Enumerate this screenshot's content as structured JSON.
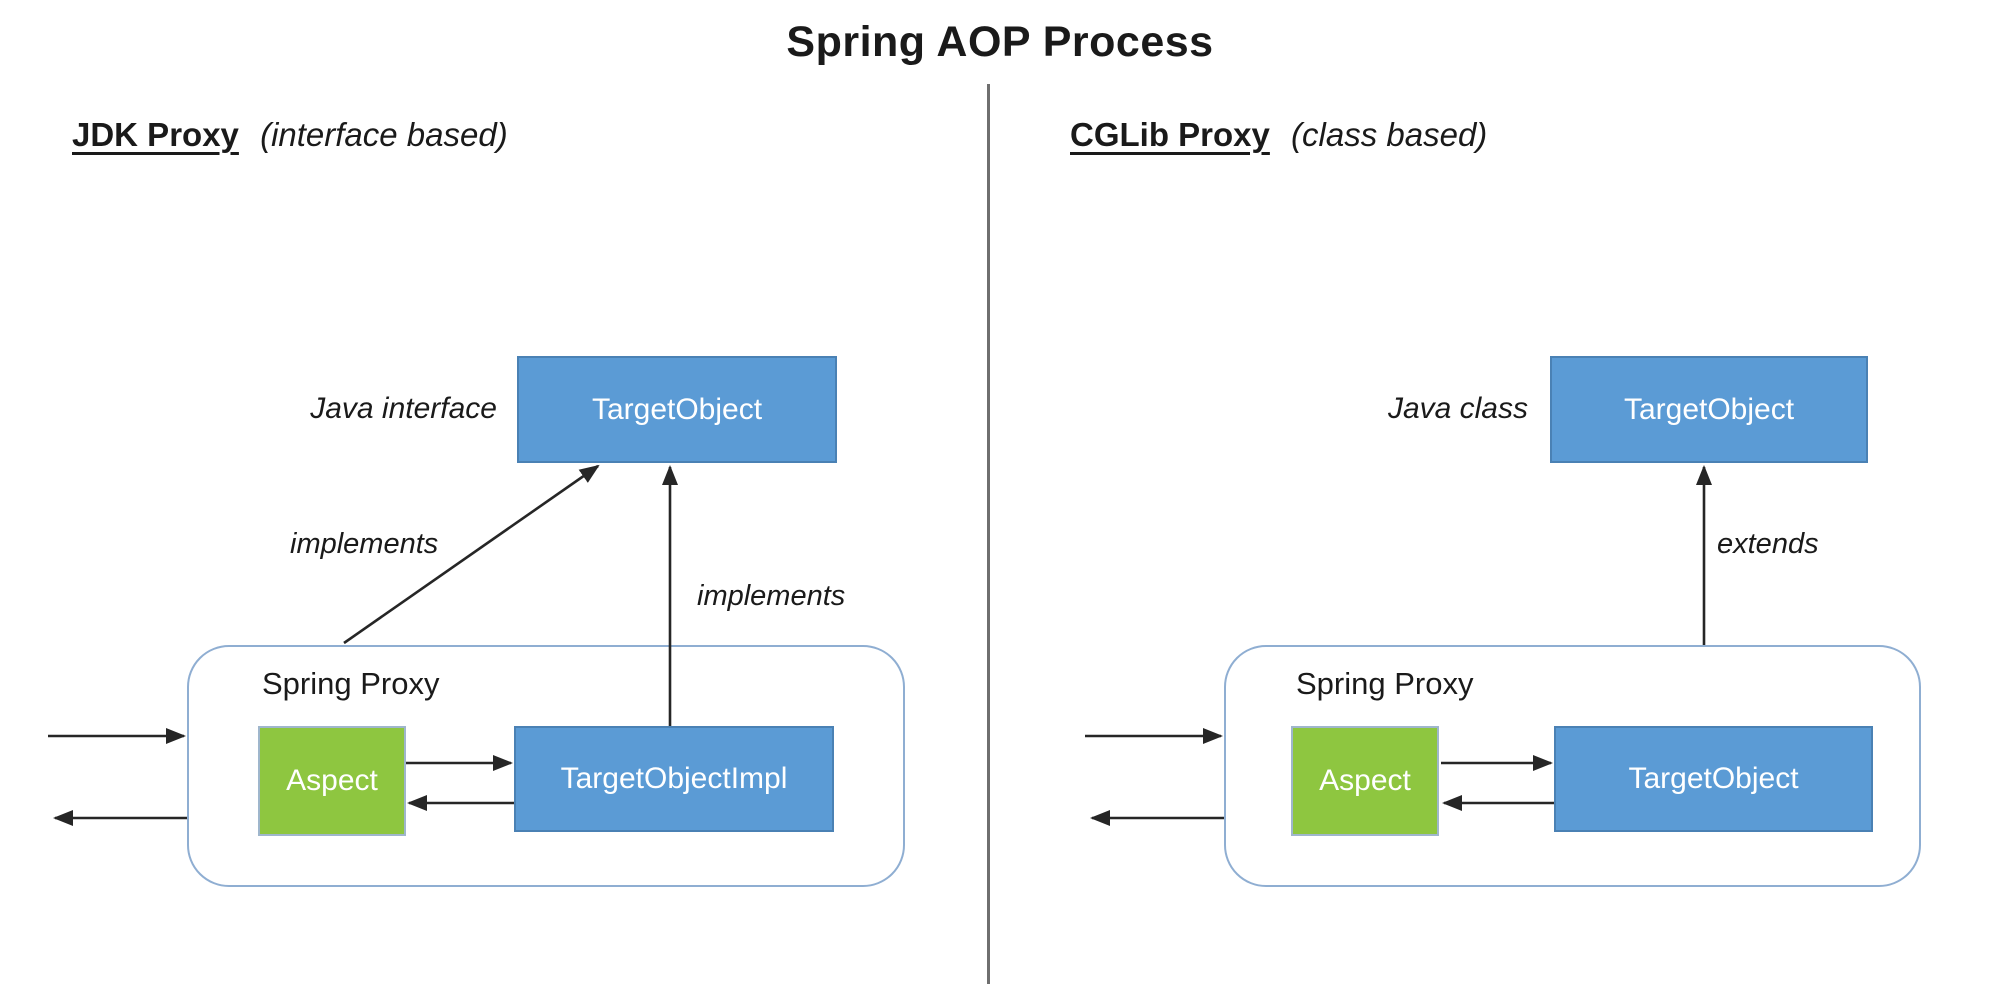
{
  "title": "Spring AOP Process",
  "panels": {
    "left": {
      "heading_name": "JDK Proxy",
      "heading_qualifier": "(interface based)",
      "type_label": "Java interface",
      "target_class_box": "TargetObject",
      "arrow_labels": {
        "diagonal": "implements",
        "vertical": "implements"
      },
      "proxy_container_label": "Spring Proxy",
      "aspect_box": "Aspect",
      "inner_target_box": "TargetObjectImpl"
    },
    "right": {
      "heading_name": "CGLib Proxy",
      "heading_qualifier": "(class based)",
      "type_label": "Java class",
      "target_class_box": "TargetObject",
      "arrow_labels": {
        "vertical": "extends"
      },
      "proxy_container_label": "Spring Proxy",
      "aspect_box": "Aspect",
      "inner_target_box": "TargetObject"
    }
  },
  "colors": {
    "box-blue": "#5B9BD5",
    "box-blue-border": "#4A81B4",
    "box-green": "#8EC640",
    "box-green-border": "#9FB6CC",
    "proxy-border": "#8FAED2",
    "divider": "#6F6F6F",
    "arrow": "#262626",
    "text": "#1A1A1A"
  }
}
